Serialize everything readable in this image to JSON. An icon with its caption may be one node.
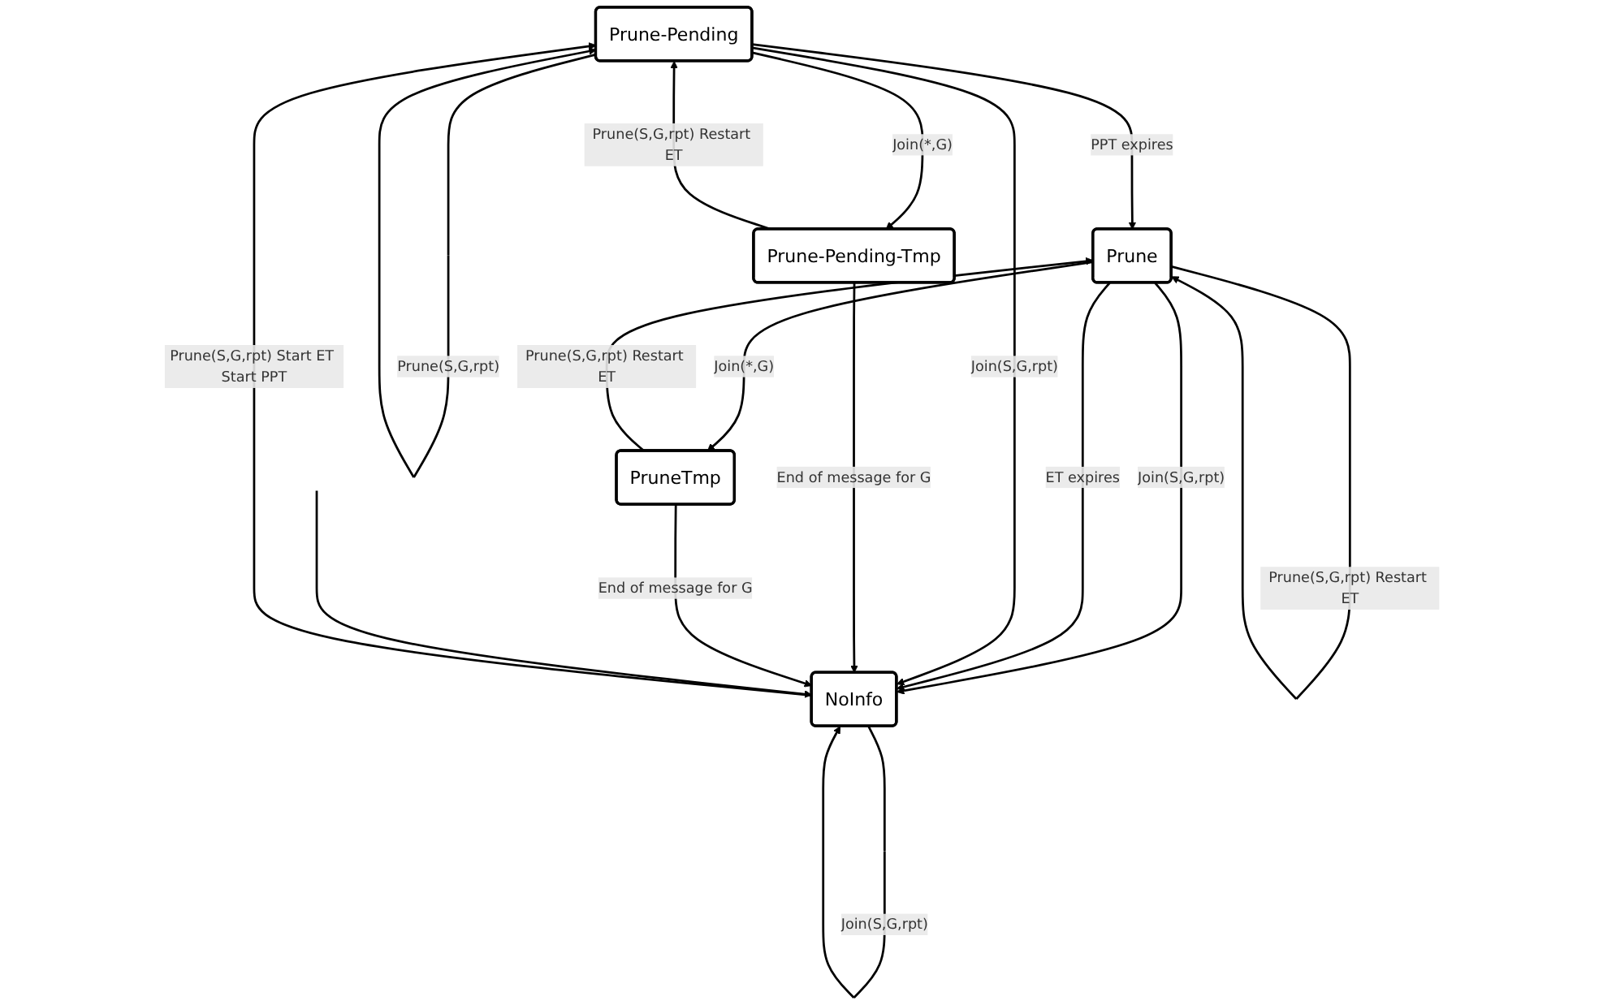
{
  "diagram": {
    "nodes": [
      {
        "text": [
          "Prune-Pending"
        ]
      },
      {
        "text": [
          "Prune"
        ]
      },
      {
        "text": [
          "PruneTmp"
        ]
      },
      {
        "text": [
          "Prune-Pending-Tmp"
        ]
      },
      {
        "text": [
          "NoInfo"
        ]
      }
    ],
    "edges": [
      {
        "from": 0,
        "to": 0,
        "arrow": "to",
        "label": "Prune(S,G,rpt)"
      },
      {
        "from": 0,
        "to": 1,
        "arrow": "to",
        "label": "PPT expires"
      },
      {
        "from": 1,
        "to": 1,
        "arrow": "to",
        "label": "Prune(S,G,rpt) Restart ET"
      },
      {
        "from": 4,
        "to": 0,
        "arrow": "to",
        "label": "Prune(S,G,rpt) Start ET Start PPT"
      },
      {
        "from": 1,
        "to": 4,
        "arrow": "to",
        "label": "Join(S,G,rpt)"
      },
      {
        "from": 1,
        "to": 4,
        "arrow": "to",
        "label": "ET expires"
      },
      {
        "from": 1,
        "to": 2,
        "arrow": "to",
        "label": "Join(*,G)"
      },
      {
        "from": 2,
        "to": 1,
        "arrow": "to",
        "label": "Prune(S,G,rpt) Restart ET"
      },
      {
        "from": 0,
        "to": 3,
        "arrow": "to",
        "label": "Join(*,G)"
      },
      {
        "from": 3,
        "to": 0,
        "arrow": "to",
        "label": "Prune(S,G,rpt) Restart ET"
      },
      {
        "from": 0,
        "to": 4,
        "arrow": "to",
        "label": "Join(S,G,rpt)"
      },
      {
        "from": 3,
        "to": 4,
        "arrow": "to",
        "label": "End of message for G"
      },
      {
        "from": 2,
        "to": 4,
        "arrow": "to",
        "label": "End of message for G"
      },
      {
        "from": null,
        "to": 4,
        "arrow": "to"
      },
      {
        "from": 4,
        "to": 4,
        "arrow": "to",
        "label": "Join(S,G,rpt)"
      }
    ]
  }
}
